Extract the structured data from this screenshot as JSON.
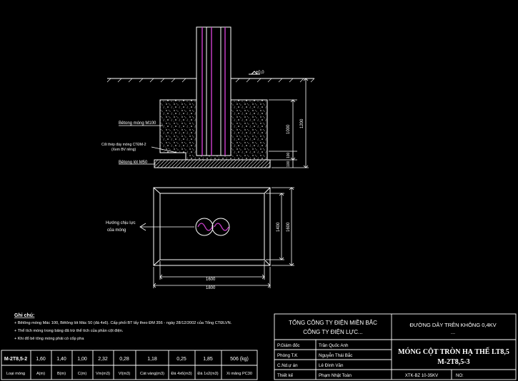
{
  "colors": {
    "background": "#000000",
    "line": "#ffffff",
    "pipe_axis": "#d040d0"
  },
  "section": {
    "ground_level": "±0,0",
    "concrete_label": "Bêtong móng M100",
    "base_label": "Bêtong lót M50",
    "note_ground_1": "Cốt thép đáy móng  CTĐM-2",
    "note_ground_2": "(Xem BV riêng)",
    "dim_height": "1000",
    "dim_total": "1200",
    "dim_small_1": "100",
    "dim_small_2": "100"
  },
  "plan": {
    "force_label_1": "Hướng chịu lực",
    "force_label_2": "của móng",
    "dim_inner_h": "1400",
    "dim_outer_h": "1600",
    "dim_inner_w": "1600",
    "dim_outer_w": "1800"
  },
  "notes": {
    "heading": "Ghi chú:",
    "lines": [
      "+ Bêtông móng Mác 100, Bêtông lót Mác 50 (đá 4x6). Cấp phối BT lấy theo ĐM 356 - ngày 28/12/2002 của Tổng CTĐLVN.",
      "+ Thể tích móng trong bảng đã trừ thể tích của phần cột điện.",
      "+ Khi đổ bê tông móng phải có cốp pha"
    ]
  },
  "table": {
    "values": [
      "M-2T8,5-2",
      "1,60",
      "1,40",
      "1,00",
      "2,32",
      "0,28",
      "1,18",
      "0,25",
      "1,85",
      "506 (kg)"
    ],
    "headers": [
      "Loại móng",
      "A(m)",
      "B(m)",
      "C(m)",
      "Vm(m3)",
      "Vl(m3)",
      "Cát vàng(m3)",
      "Đá 4x6(m3)",
      "Đá 1x2(m3)",
      "Xi măng PC30"
    ]
  },
  "title_block": {
    "org_1": "TỔNG CÔNG TY ĐIỆN MIỀN BẮC",
    "org_2": "CÔNG TY ĐIỆN LỰC...",
    "project_1": "ĐƯỜNG DÂY TRÊN KHÔNG 0,4KV",
    "project_2": "...",
    "roles": [
      {
        "role": "P.Giám đốc",
        "name": "Trần Quốc Anh"
      },
      {
        "role": "Phòng T.K",
        "name": "Nguyễn Thái Bắc"
      },
      {
        "role": "C.Nd.ự án",
        "name": "Lê Đình Văn"
      },
      {
        "role": "Thiết kế",
        "name": "Phạm Nhật Toàn"
      }
    ],
    "drawing_title_1": "MÓNG CỘT TRÒN HẠ THẾ LT8,5",
    "drawing_title_2": "M-2T8,5-3",
    "code": "XTK-BZ 10-35KV",
    "no_label": "NO:"
  }
}
